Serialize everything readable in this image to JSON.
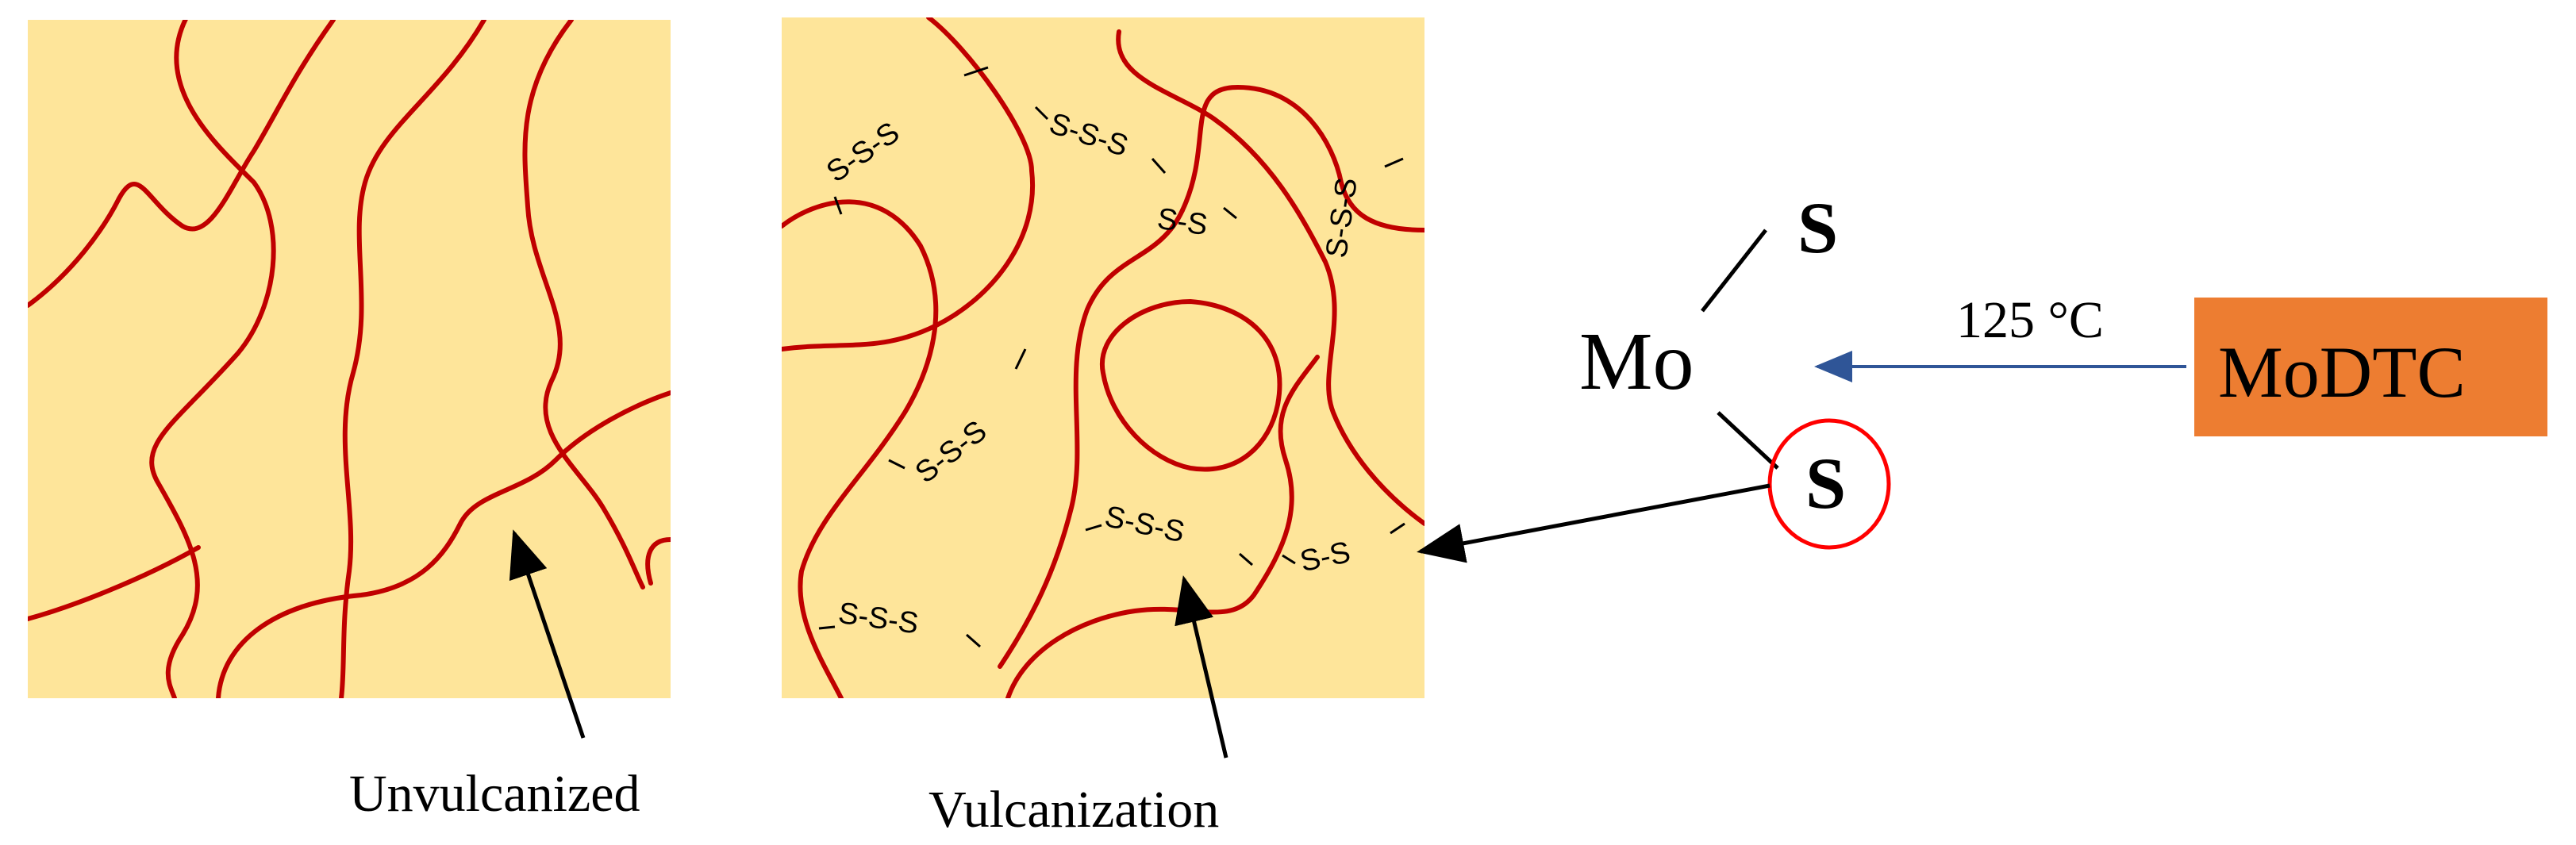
{
  "colors": {
    "background": "#ffffff",
    "panel": "#fee59a",
    "chain": "#c00000",
    "arrow": "#000000",
    "blue_arrow": "#2f5597",
    "box": "#ed7d31",
    "circle": "#ff0000"
  },
  "labels": {
    "unvulcanized": "Unvulcanized",
    "vulcanization": "Vulcanization"
  },
  "molecule": {
    "metal": "Mo",
    "sulfur_top": "S",
    "sulfur_circled": "S"
  },
  "reaction": {
    "temperature": "125 °C",
    "reagent": "MoDTC"
  },
  "bridges": {
    "b1": "S-S-S",
    "b2": "S-S-S",
    "b3": "S-S",
    "b4": "S-S-S",
    "b5": "S-S-S",
    "b6": "S-S-S",
    "b7": "S-S",
    "b8": "S-S-S"
  }
}
